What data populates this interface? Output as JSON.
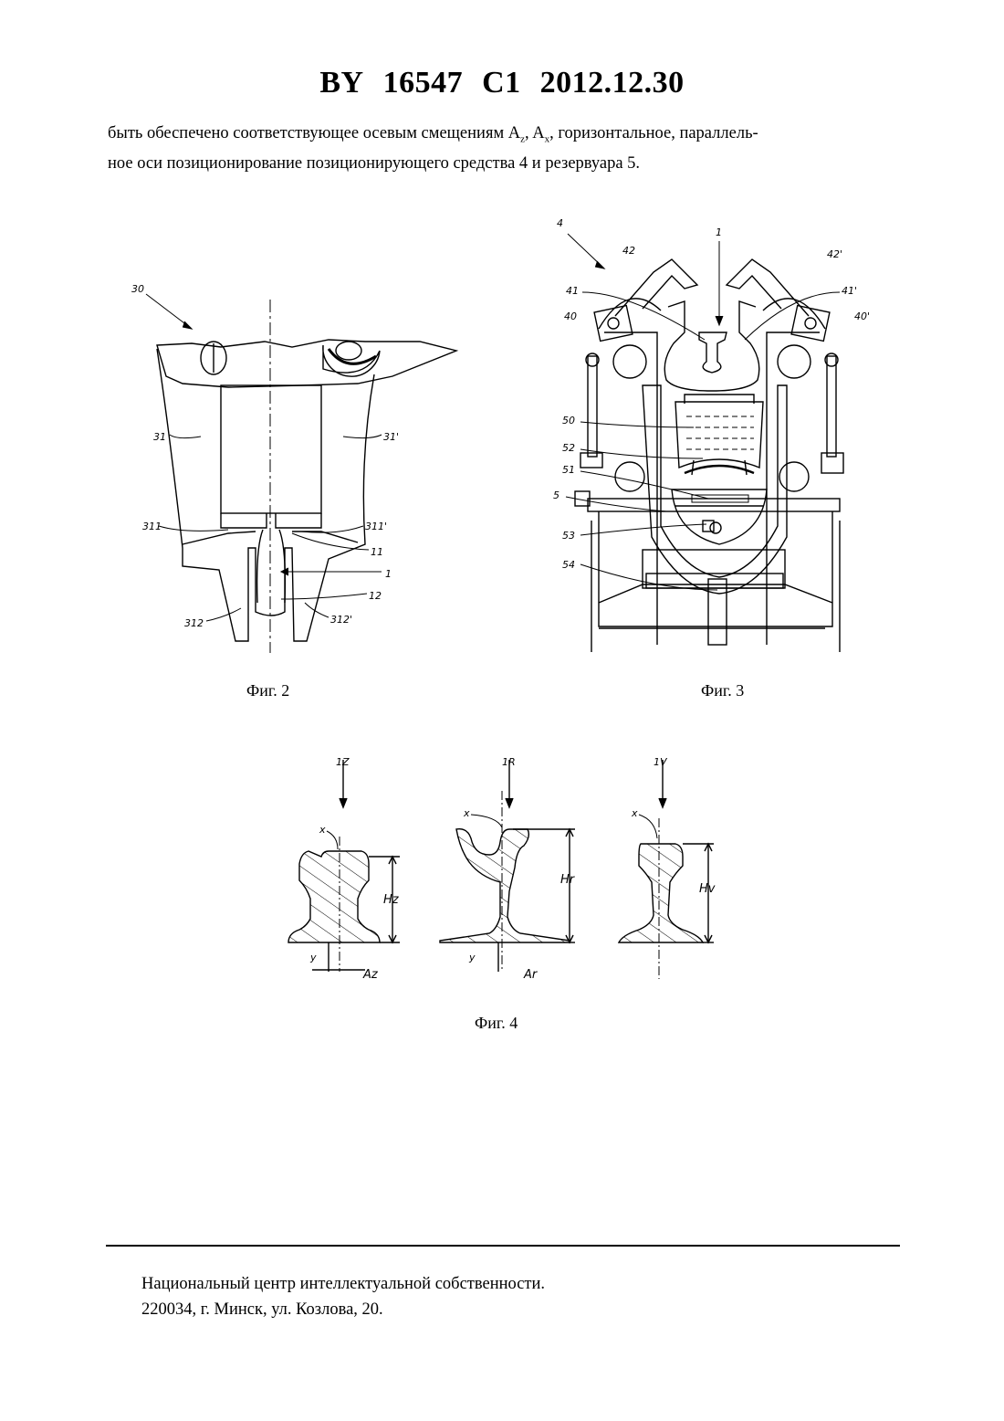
{
  "header": {
    "country": "BY",
    "number": "16547",
    "kind": "C1",
    "date": "2012.12.30"
  },
  "paragraph": {
    "part1": "быть обеспечено соответствующее осевым смещениям A",
    "sub1": "z",
    "part2": ", A",
    "sub2": "x",
    "part3": ", горизонтальное, параллель-",
    "line2": "ное оси позиционирование позиционирующего средства 4 и резервуара 5."
  },
  "fig2": {
    "caption": "Фиг. 2",
    "labels": {
      "l30": "30",
      "l31": "31",
      "l31p": "31'",
      "l311": "311",
      "l311p": "311'",
      "l11": "11",
      "l1": "1",
      "l12": "12",
      "l312": "312",
      "l312p": "312'"
    }
  },
  "fig3": {
    "caption": "Фиг. 3",
    "labels": {
      "l4": "4",
      "l1": "1",
      "l42": "42",
      "l42p": "42'",
      "l41": "41",
      "l41p": "41'",
      "l40": "40",
      "l40p": "40'",
      "l50": "50",
      "l52": "52",
      "l51": "51",
      "l5": "5",
      "l53": "53",
      "l54": "54"
    }
  },
  "fig4": {
    "caption": "Фиг. 4",
    "labels": {
      "z": "1Z",
      "r": "1R",
      "v": "1V",
      "x1": "x",
      "x2": "x",
      "x3": "x",
      "hz": "Hz",
      "hr": "Hr",
      "hv": "Hv",
      "y1": "y",
      "y2": "y",
      "az": "Az",
      "ar": "Ar"
    }
  },
  "footer": {
    "line1": "Национальный центр интеллектуальной собственности.",
    "line2": "220034, г. Минск, ул. Козлова, 20."
  }
}
